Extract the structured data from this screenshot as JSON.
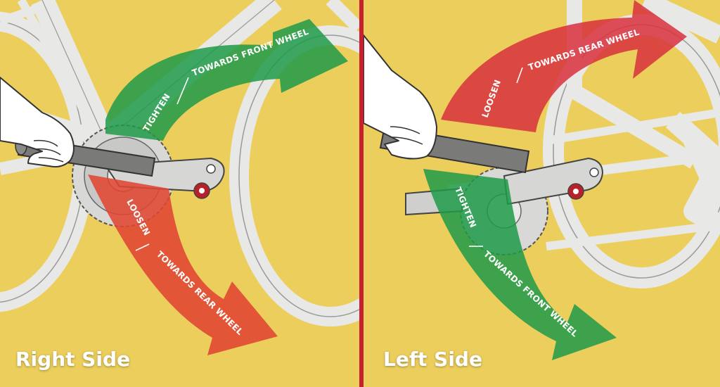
{
  "colors": {
    "background": "#ecce5c",
    "divider": "#c8202e",
    "tighten_arrow": "#1f9a48",
    "loosen_arrow": "#e04632",
    "loosen_arrow_left": "#d8303c",
    "frame": "#e8e8e6",
    "wrench": "#7a7a78"
  },
  "icons": [
    "hand-icon",
    "wrench-icon",
    "crank-arm-icon",
    "chainring-icon",
    "pedal-bolt-icon",
    "bicycle-wheel-icon"
  ],
  "right_side": {
    "caption": "Right Side",
    "tighten": {
      "action": "TIGHTEN",
      "direction": "TOWARDS FRONT WHEEL"
    },
    "loosen": {
      "action": "LOOSEN",
      "direction": "TOWARDS REAR WHEEL"
    }
  },
  "left_side": {
    "caption": "Left Side",
    "loosen": {
      "action": "LOOSEN",
      "direction": "TOWARDS REAR WHEEL"
    },
    "tighten": {
      "action": "TIGHTEN",
      "direction": "TOWARDS FRONT WHEEL"
    }
  }
}
